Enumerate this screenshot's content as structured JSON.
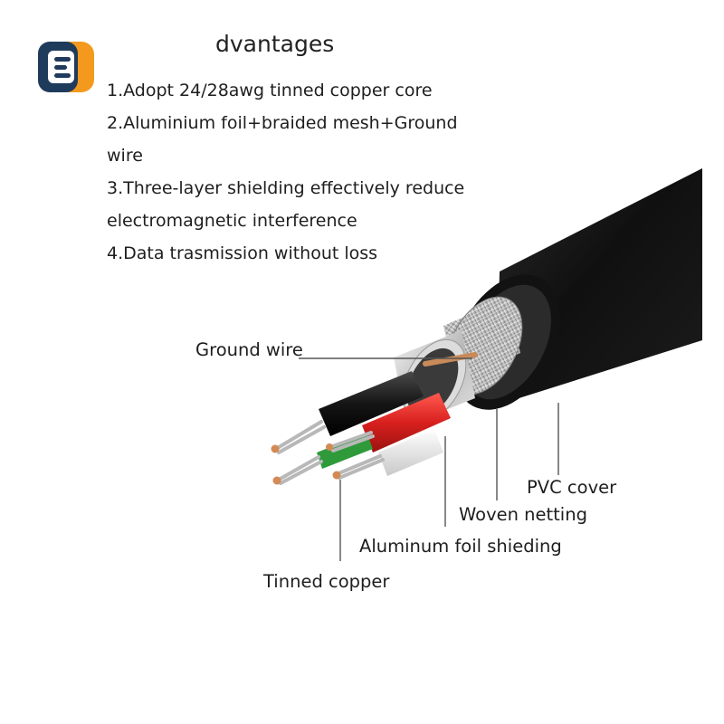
{
  "title": "dvantages",
  "advantages": [
    "1.Adopt 24/28awg tinned copper core",
    "2.Aluminium foil+braided mesh+Ground",
    "wire",
    "3.Three-layer shielding effectively reduce",
    "electromagnetic interference",
    "4.Data trasmission without loss"
  ],
  "labels": {
    "ground_wire": "Ground wire",
    "pvc_cover": "PVC cover",
    "woven_netting": "Woven netting",
    "aluminum_foil": "Aluminum foil shieding",
    "tinned_copper": "Tinned copper"
  },
  "colors": {
    "logo_orange": "#f39a1e",
    "logo_navy": "#1f3b5c",
    "jacket": "#151515",
    "red_wire": "#d8201e",
    "green_wire": "#2e9a3a",
    "copper": "#d48a54"
  }
}
